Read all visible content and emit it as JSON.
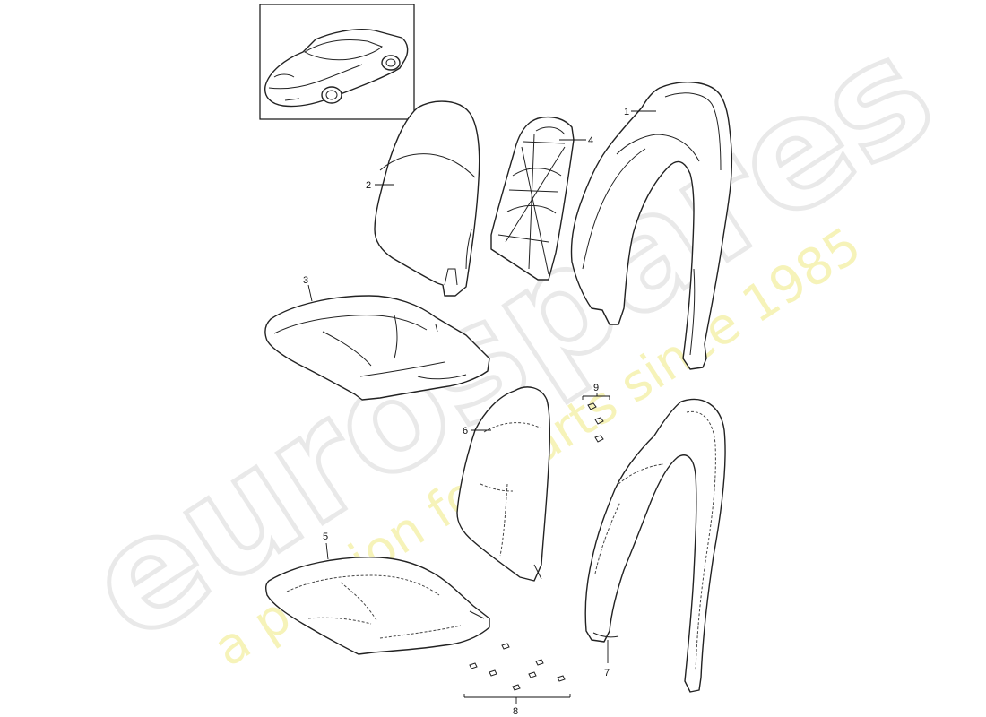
{
  "watermark": {
    "brand": "eurospares",
    "tagline": "a passion for parts since 1985"
  },
  "thumbnail": {
    "icon": "sports-car-icon"
  },
  "callouts": {
    "p1": "1",
    "p2": "2",
    "p3": "3",
    "p4": "4",
    "p5": "5",
    "p6": "6",
    "p7": "7",
    "p8": "8",
    "p9": "9"
  },
  "colors": {
    "line": "#222222",
    "watermark_gray": "#e9e9e9",
    "watermark_yellow": "#f6f3b9"
  }
}
